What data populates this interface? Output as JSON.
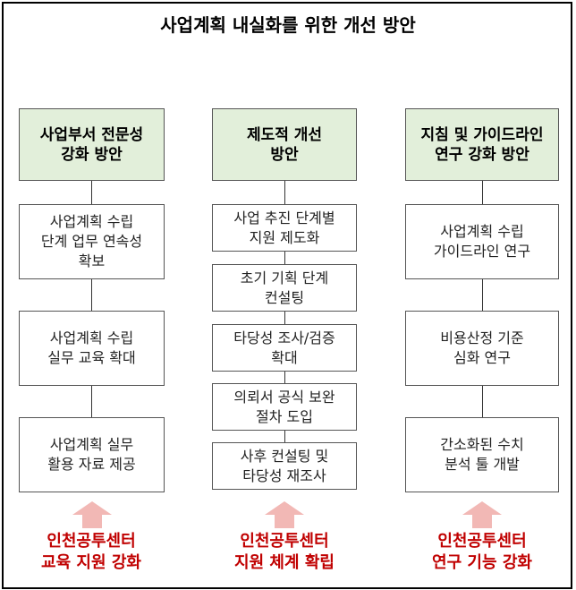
{
  "title": "사업계획 내실화를 위한 개선 방안",
  "colors": {
    "header_fill": "#e2efda",
    "arrow": "#f2b8b5",
    "result_text": "#c00000"
  },
  "columns": [
    {
      "header": "사업부서 전문성\n강화 방안",
      "items": [
        "사업계획 수립\n단계 업무 연속성\n확보",
        "사업계획 수립\n실무 교육 확대",
        "사업계획 실무\n활용 자료 제공"
      ],
      "result": "인천공투센터\n교육 지원 강화"
    },
    {
      "header": "제도적 개선\n방안",
      "items": [
        "사업 추진 단계별\n지원 제도화",
        "초기 기획 단계\n컨설팅",
        "타당성 조사/검증\n확대",
        "의뢰서 공식 보완\n절차 도입",
        "사후 컨설팅 및\n타당성 재조사"
      ],
      "result": "인천공투센터\n지원 체계 확립"
    },
    {
      "header": "지침 및 가이드라인\n연구 강화 방안",
      "items": [
        "사업계획 수립\n가이드라인 연구",
        "비용산정 기준\n심화 연구",
        "간소화된 수치\n분석 툴 개발"
      ],
      "result": "인천공투센터\n연구 기능 강화"
    }
  ]
}
